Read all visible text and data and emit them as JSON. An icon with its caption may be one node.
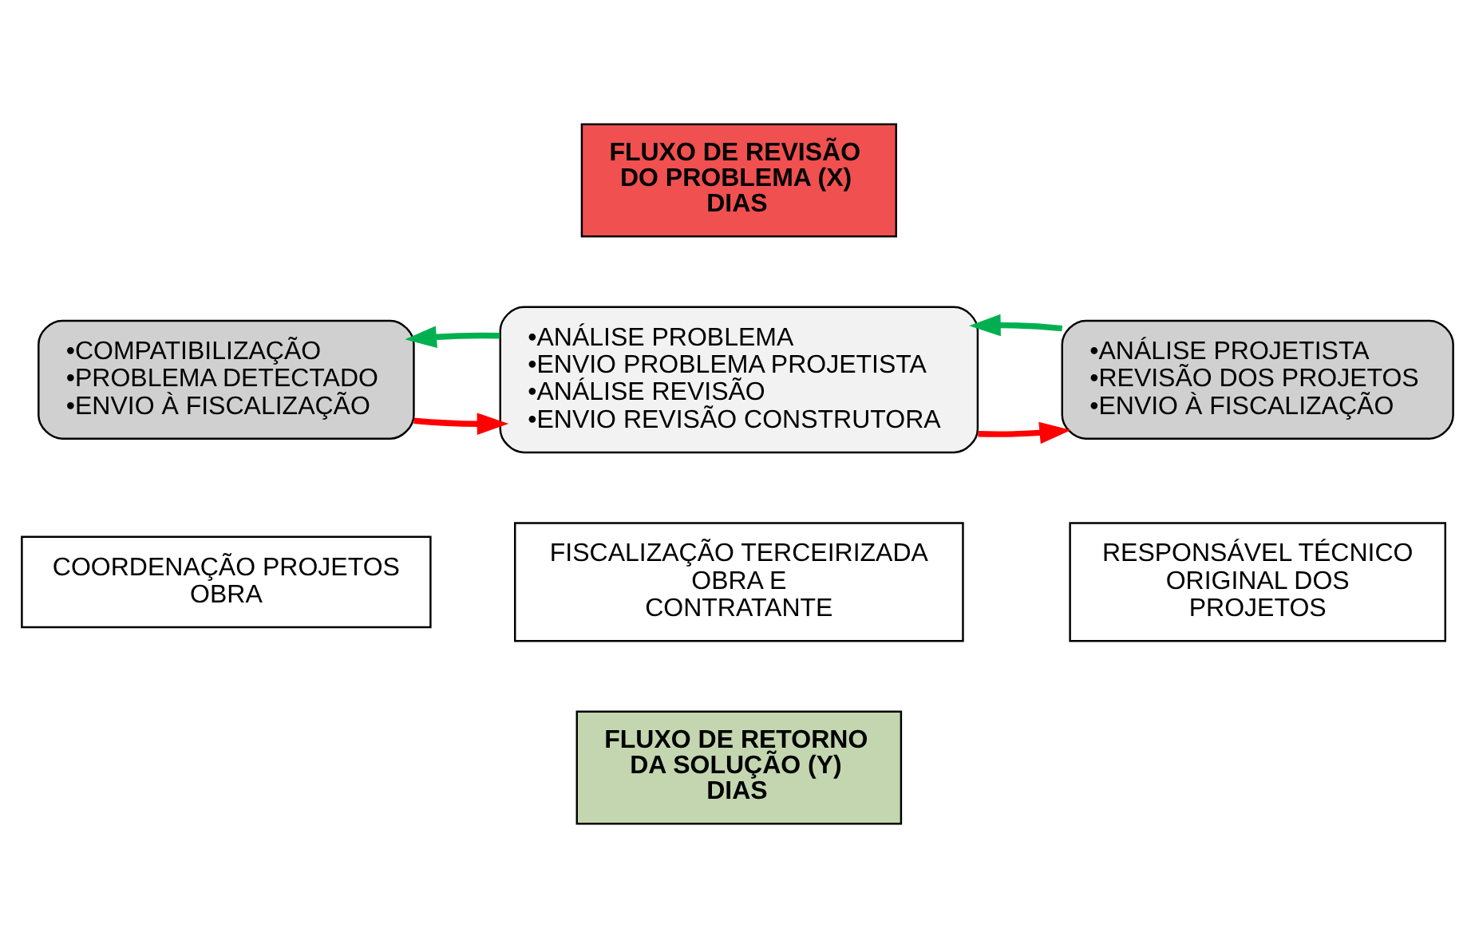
{
  "diagram": {
    "nodes": [
      {
        "text": [
          "•COMPATIBILIZAÇÃO",
          "•PROBLEMA DETECTADO",
          "•ENVIO À FISCALIZAÇÃO"
        ]
      },
      {
        "text": [
          "COORDENAÇÃO PROJETOS OBRA"
        ]
      },
      {
        "text": [
          "•ANÁLISE PROBLEMA",
          "•ENVIO PROBLEMA PROJETISTA",
          "•ANÁLISE REVISÃO",
          "•ENVIO REVISÃO CONSTRUTORA"
        ]
      },
      {
        "text": [
          "FISCALIZAÇÃO TERCEIRIZADA OBRA E CONTRATANTE"
        ]
      },
      {
        "text": [
          "•ANÁLISE PROJETISTA",
          "•REVISÃO DOS PROJETOS",
          "•ENVIO À FISCALIZAÇÃO"
        ]
      },
      {
        "text": [
          "RESPONSÁVEL TÉCNICO ORIGINAL DOS PROJETOS"
        ]
      },
      {
        "text": [
          "FLUXO DE REVISÃO DO PROBLEMA (X) DIAS"
        ]
      },
      {
        "text": [
          "FLUXO DE RETORNO DA SOLUÇÃO (Y) DIAS"
        ]
      }
    ],
    "edges": [
      {
        "from": 0,
        "to": 2,
        "arrow": "to",
        "color": "#ff0000"
      },
      {
        "from": 2,
        "to": 4,
        "arrow": "to",
        "color": "#ff0000"
      },
      {
        "from": 2,
        "to": 0,
        "arrow": "to",
        "color": "#00b050"
      },
      {
        "from": 4,
        "to": 2,
        "arrow": "to",
        "color": "#00b050"
      }
    ]
  }
}
